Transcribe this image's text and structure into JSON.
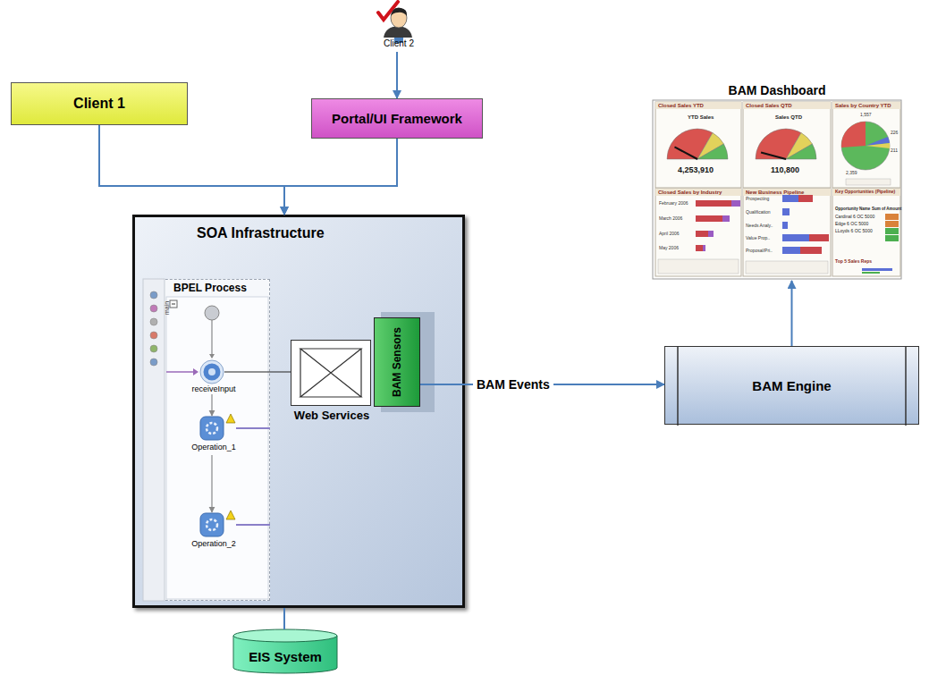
{
  "diagram": {
    "nodes": [
      {
        "text": [
          "Client 2"
        ]
      },
      {
        "text": [
          "Client 1"
        ]
      },
      {
        "text": [
          "Portal/UI Framework"
        ]
      },
      {
        "text": [
          "BAM Dashboard"
        ]
      },
      {
        "text": [
          "SOA Infrastructure"
        ]
      },
      {
        "text": [
          "BPEL Process"
        ],
        "in": 4
      },
      {
        "text": [
          "receiveInput"
        ],
        "in": 5
      },
      {
        "text": [
          "Operation_1"
        ],
        "in": 5
      },
      {
        "text": [
          "Operation_2"
        ],
        "in": 5
      },
      {
        "text": [
          "Web Services"
        ],
        "in": 4
      },
      {
        "text": [
          "BAM Sensors"
        ],
        "in": 4
      },
      {
        "text": [
          "BAM Engine"
        ]
      },
      {
        "text": [
          "EIS System"
        ]
      }
    ],
    "edges": [
      {
        "from": 0,
        "to": 2,
        "arrow": "to"
      },
      {
        "from": 1,
        "to": 4,
        "arrow": "to"
      },
      {
        "from": 2,
        "to": 4,
        "arrow": "to"
      },
      {
        "from": 6,
        "to": 7,
        "arrow": "to"
      },
      {
        "from": 7,
        "to": 8,
        "arrow": "to"
      },
      {
        "from": 6,
        "to": 9,
        "arrow": "none"
      },
      {
        "from": 10,
        "to": 11,
        "label": "BAM Events",
        "arrow": "to"
      },
      {
        "from": 11,
        "to": 3,
        "arrow": "to"
      },
      {
        "from": 4,
        "to": 12,
        "arrow": "none"
      }
    ],
    "labels": [
      "main",
      "Closed Sales YTD",
      "Closed Sales QTD",
      "Sales by Country YTD",
      "YTD Sales",
      "Sales QTD",
      "4,253,910",
      "110,800",
      "1,557",
      "226",
      "211",
      "2,359",
      "Closed Sales by Industry",
      "New Business Pipeline",
      "Key Opportunities (Pipeline)",
      "Opportunity Name",
      "Sum of Amount",
      "Cardinal 6 OC 5000",
      "Edge 6 OC 5000",
      "LLoyds 6 OC 5000",
      "Top 5 Sales Reps",
      "February 2006",
      "March 2006",
      "April 2006",
      "May 2006",
      "Prospecting",
      "Qualification",
      "Needs Analy..",
      "Value Prop..",
      "Proposal/Pri.."
    ]
  }
}
